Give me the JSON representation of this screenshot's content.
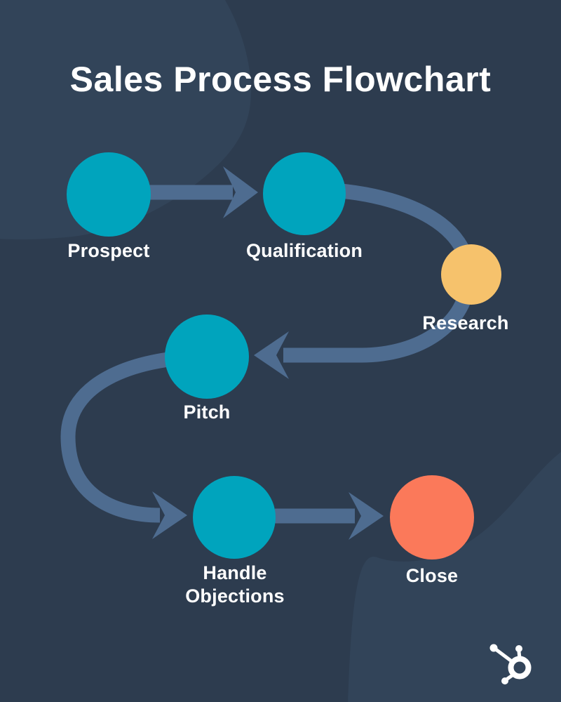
{
  "title": "Sales Process Flowchart",
  "colors": {
    "background": "#2d3c4f",
    "blob": "#324459",
    "connector": "#4e6c90",
    "text": "#ffffff",
    "logo": "#ffffff"
  },
  "steps": [
    {
      "id": "prospect",
      "label": "Prospect",
      "color": "#00a4bd"
    },
    {
      "id": "qualification",
      "label": "Qualification",
      "color": "#00a4bd"
    },
    {
      "id": "research",
      "label": "Research",
      "color": "#f6c26c"
    },
    {
      "id": "pitch",
      "label": "Pitch",
      "color": "#00a4bd"
    },
    {
      "id": "handle-objections",
      "label": "Handle Objections",
      "label_lines": [
        "Handle",
        "Objections"
      ],
      "color": "#00a4bd"
    },
    {
      "id": "close",
      "label": "Close",
      "color": "#fb795a"
    }
  ],
  "icons": {
    "logo": "hubspot-sprocket-logo"
  }
}
